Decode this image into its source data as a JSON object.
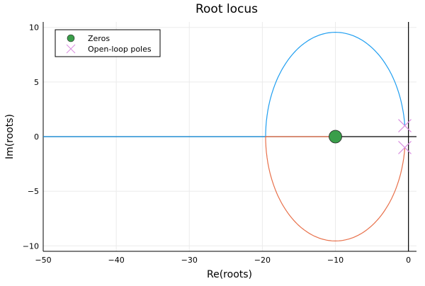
{
  "chart_data": {
    "type": "line",
    "title": "Root locus",
    "xlabel": "Re(roots)",
    "ylabel": "Im(roots)",
    "xlim": [
      -50,
      1.1
    ],
    "ylim": [
      -10.5,
      10.5
    ],
    "xticks": [
      -50,
      -40,
      -30,
      -20,
      -10,
      0
    ],
    "xtick_labels": [
      "−50",
      "−40",
      "−30",
      "−20",
      "−10",
      "0"
    ],
    "yticks": [
      -10,
      -5,
      0,
      5,
      10
    ],
    "ytick_labels": [
      "−10",
      "−5",
      "0",
      "5",
      "10"
    ],
    "grid": true,
    "legend_position": "top-left",
    "zeros": [
      {
        "re": -10,
        "im": 0
      }
    ],
    "open_loop_poles": [
      {
        "re": -0.5,
        "im": 1
      },
      {
        "re": -0.5,
        "im": -1
      }
    ],
    "branches": [
      {
        "color": "#1f9ef0",
        "description_points": [
          [
            -0.5,
            1
          ],
          [
            -10,
            9.55
          ],
          [
            -19.55,
            0
          ],
          [
            -50,
            0
          ]
        ]
      },
      {
        "color": "#e8704a",
        "description_points": [
          [
            -0.5,
            -1
          ],
          [
            -10,
            -9.55
          ],
          [
            -19.55,
            0
          ],
          [
            -10,
            0
          ]
        ]
      }
    ],
    "legend": [
      {
        "label": "Zeros",
        "marker": "circle",
        "color": "#3a9e4a"
      },
      {
        "label": "Open-loop poles",
        "marker": "x",
        "color": "#d98fe0"
      }
    ]
  }
}
